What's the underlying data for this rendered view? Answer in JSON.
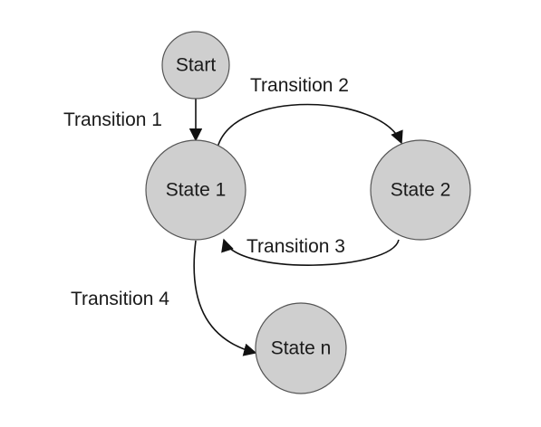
{
  "diagram": {
    "nodes": {
      "start": {
        "label": "Start"
      },
      "state1": {
        "label": "State 1"
      },
      "state2": {
        "label": "State 2"
      },
      "staten": {
        "label": "State n"
      }
    },
    "edges": {
      "t1": {
        "label": "Transition 1"
      },
      "t2": {
        "label": "Transition 2"
      },
      "t3": {
        "label": "Transition 3"
      },
      "t4": {
        "label": "Transition 4"
      }
    },
    "colors": {
      "node_fill": "#cfcfcf",
      "node_stroke": "#555555",
      "edge": "#111111",
      "text": "#1a1a1a"
    }
  }
}
